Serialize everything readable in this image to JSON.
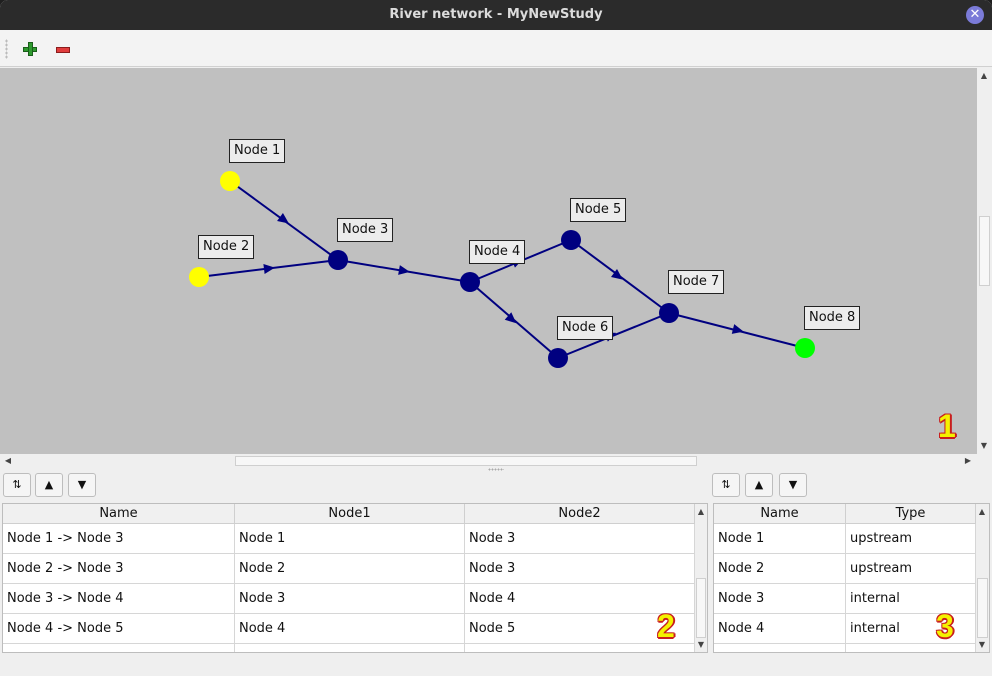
{
  "window": {
    "title": "River network - MyNewStudy"
  },
  "graph": {
    "nodes": [
      {
        "label": "Node 1",
        "type": "upstream",
        "color": "#ffff00"
      },
      {
        "label": "Node 2",
        "type": "upstream",
        "color": "#ffff00"
      },
      {
        "label": "Node 3",
        "type": "internal",
        "color": "#000080"
      },
      {
        "label": "Node 4",
        "type": "internal",
        "color": "#000080"
      },
      {
        "label": "Node 5",
        "type": "internal",
        "color": "#000080"
      },
      {
        "label": "Node 6",
        "type": "internal",
        "color": "#000080"
      },
      {
        "label": "Node 7",
        "type": "internal",
        "color": "#000080"
      },
      {
        "label": "Node 8",
        "type": "downstream",
        "color": "#00ff00"
      }
    ],
    "edge_color": "#000080",
    "background": "#c0c0c0"
  },
  "markers": {
    "graph": "1",
    "edges_table": "2",
    "nodes_table": "3"
  },
  "edges_table": {
    "headers": [
      "Name",
      "Node1",
      "Node2"
    ],
    "rows": [
      [
        "Node 1 -> Node 3",
        "Node 1",
        "Node 3"
      ],
      [
        "Node 2 -> Node 3",
        "Node 2",
        "Node 3"
      ],
      [
        "Node 3 -> Node 4",
        "Node 3",
        "Node 4"
      ],
      [
        "Node 4 -> Node 5",
        "Node 4",
        "Node 5"
      ]
    ]
  },
  "nodes_table": {
    "headers": [
      "Name",
      "Type"
    ],
    "rows": [
      [
        "Node 1",
        "upstream"
      ],
      [
        "Node 2",
        "upstream"
      ],
      [
        "Node 3",
        "internal"
      ],
      [
        "Node 4",
        "internal"
      ]
    ]
  }
}
